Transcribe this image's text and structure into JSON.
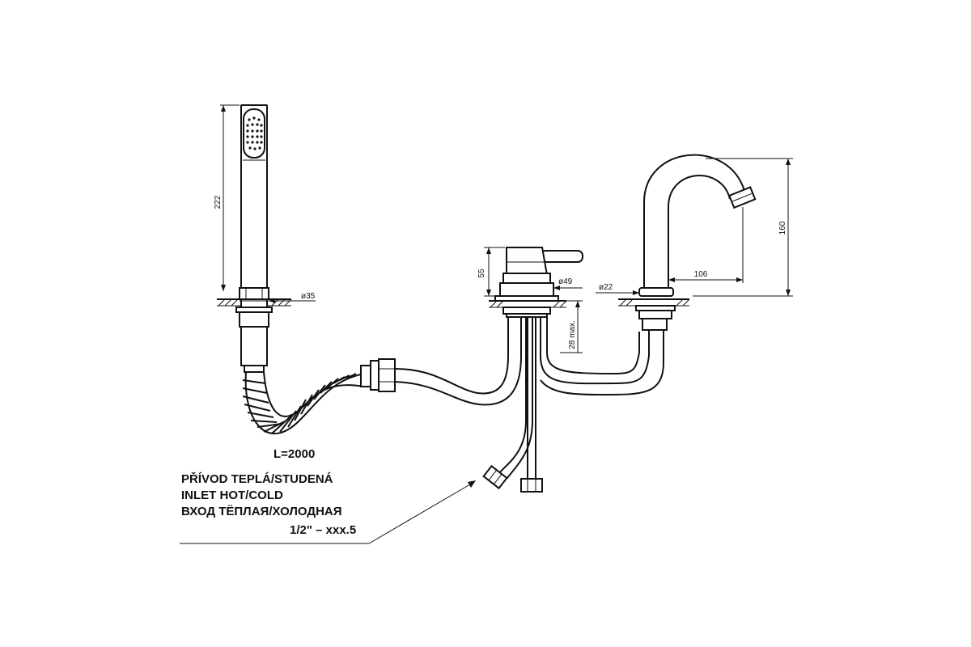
{
  "dimensions": {
    "handshower_length": "222",
    "handshower_diameter": "ø35",
    "lever_height": "55",
    "mixer_diameter": "ø49",
    "mounting_depth": "28 max.",
    "spout_diameter": "ø22",
    "spout_reach": "106",
    "spout_height": "160"
  },
  "hose_label": "L=2000",
  "inlet_note": {
    "line_cz": "PŘÍVOD TEPLÁ/STUDENÁ",
    "line_en": "INLET HOT/COLD",
    "line_ru": "ВХОД ТЁПЛАЯ/ХОЛОДНАЯ",
    "thread": "1/2\" – xxx.5"
  }
}
